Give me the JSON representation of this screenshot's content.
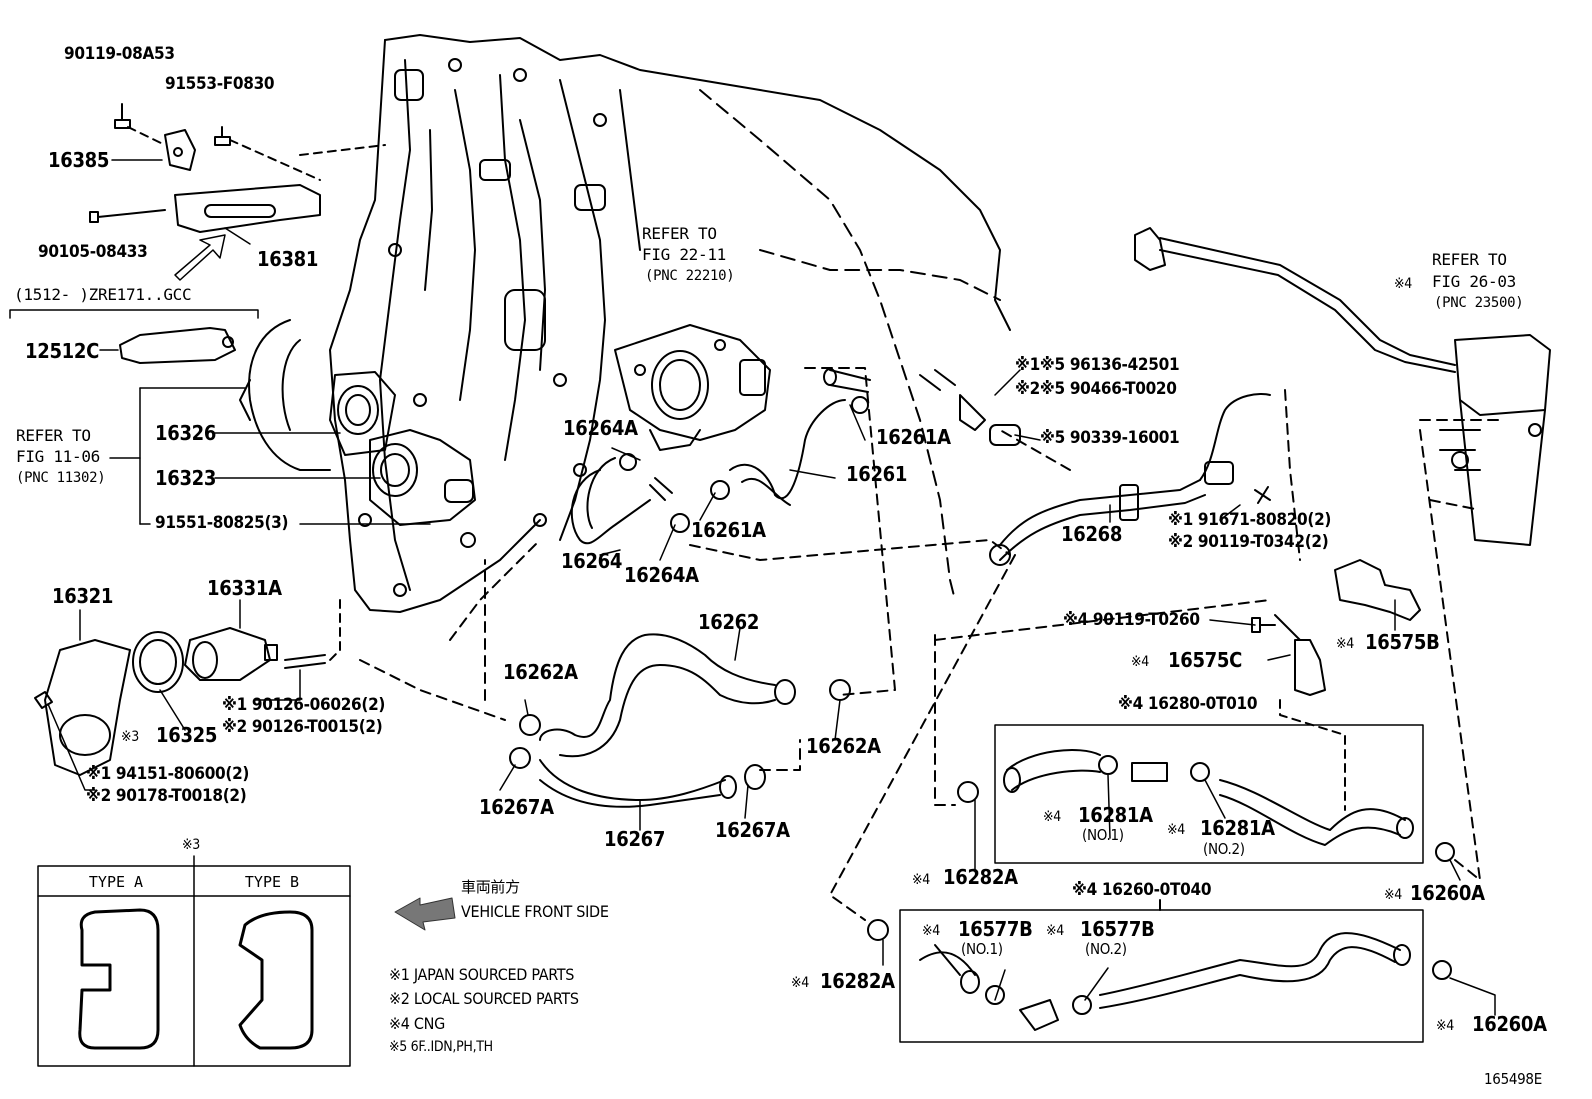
{
  "diagram": {
    "figure_code": "165498E",
    "vehicle_front": {
      "jp_label": "車両前方",
      "en_label": "VEHICLE FRONT SIDE"
    },
    "legend": {
      "title": "※3",
      "type_a": "TYPE A",
      "type_b": "TYPE B"
    },
    "notes": [
      "※1 JAPAN SOURCED PARTS",
      "※2 LOCAL SOURCED PARTS",
      "※4 CNG",
      "※5 6F..IDN,PH,TH"
    ],
    "refer": {
      "ref1_line1": "REFER TO",
      "ref1_line2": "FIG 22-11",
      "ref1_line3": "(PNC 22210)",
      "ref2_line1": "REFER TO",
      "ref2_line2": "FIG 11-06",
      "ref2_line3": "(PNC 11302)",
      "ref3_line1": "REFER TO",
      "ref3_line2": "FIG 26-03",
      "ref3_line3": "(PNC 23500)",
      "ref3_prefix": "※4"
    },
    "bracket_range": "(1512-        )ZRE171..GCC",
    "parts": {
      "p90119_08A53": "90119-08A53",
      "p91553_F0830": "91553-F0830",
      "p16385": "16385",
      "p90105_08433": "90105-08433",
      "p16381": "16381",
      "p12512C": "12512C",
      "p16326": "16326",
      "p16323": "16323",
      "p91551": "91551-80825(3)",
      "p16321": "16321",
      "p16331A": "16331A",
      "p16325": "16325",
      "p16325_prefix": "※3",
      "p90126_a": "※1 90126-06026(2)",
      "p90126_b": "※2 90126-T0015(2)",
      "p94151": "※1  94151-80600(2)",
      "p90178": "※2  90178-T0018(2)",
      "p16264A_top": "16264A",
      "p16264": "16264",
      "p16264A_bot": "16264A",
      "p16261A_top": "16261A",
      "p16261": "16261",
      "p16261A_bot": "16261A",
      "p16262": "16262",
      "p16262A_left": "16262A",
      "p16262A_right": "16262A",
      "p16267A_left": "16267A",
      "p16267": "16267",
      "p16267A_right": "16267A",
      "p96136": "※1※5 96136-42501",
      "p90466": "※2※5 90466-T0020",
      "p90339": "※5 90339-16001",
      "p16268": "16268",
      "p91671": "※1 91671-80820(2)",
      "p90119_T0342": "※2 90119-T0342(2)",
      "p90119_T0260": "※4 90119-T0260",
      "p16575C": "16575C",
      "p16575C_prefix": "※4",
      "p16575B": "16575B",
      "p16575B_prefix": "※4",
      "p16280": "※4  16280-0T010",
      "p16281A_1": "16281A",
      "p16281A_1_prefix": "※4",
      "p16281A_1_sub": "(NO.1)",
      "p16281A_2": "16281A",
      "p16281A_2_prefix": "※4",
      "p16281A_2_sub": "(NO.2)",
      "p16282A_top": "16282A",
      "p16282A_top_prefix": "※4",
      "p16260A_top": "16260A",
      "p16260A_top_prefix": "※4",
      "p16260": "※4  16260-0T040",
      "p16577B_1": "16577B",
      "p16577B_1_prefix": "※4",
      "p16577B_1_sub": "(NO.1)",
      "p16577B_2": "16577B",
      "p16577B_2_prefix": "※4",
      "p16577B_2_sub": "(NO.2)",
      "p16282A_bot": "16282A",
      "p16282A_bot_prefix": "※4",
      "p16260A_bot": "16260A",
      "p16260A_bot_prefix": "※4"
    }
  }
}
